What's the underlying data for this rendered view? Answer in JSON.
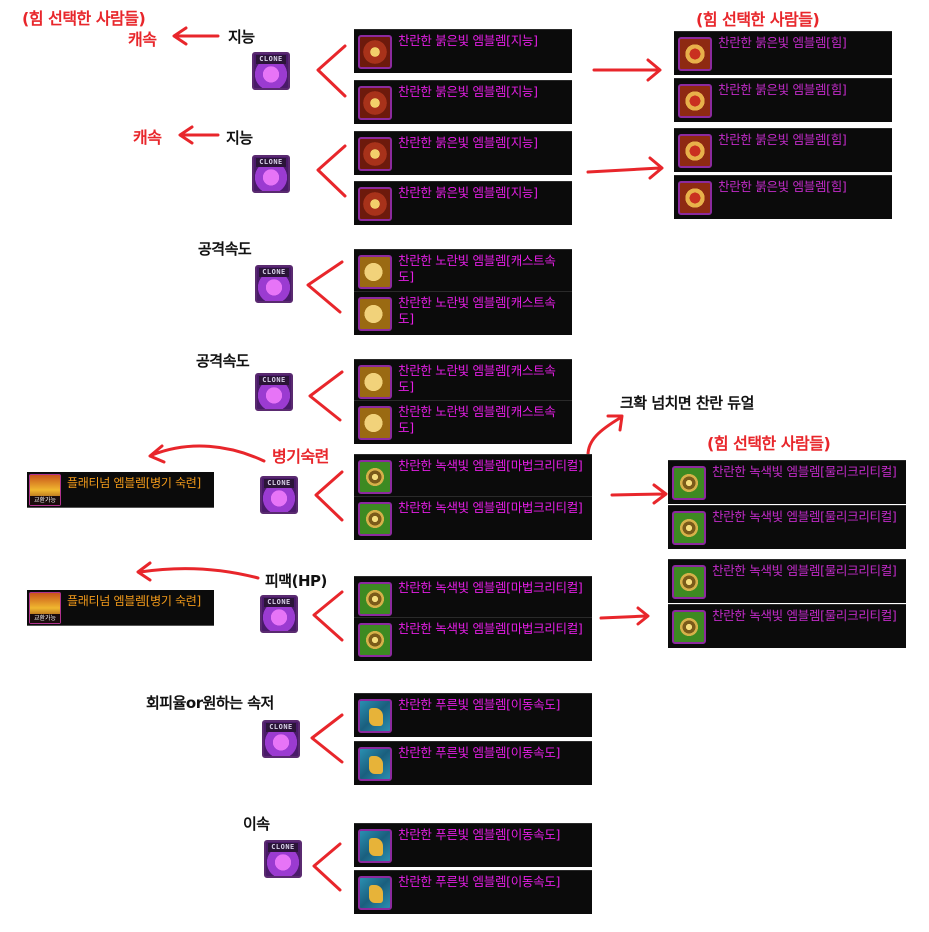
{
  "annotations": {
    "strength_select_top_left": "(힘 선택한 사람들)",
    "strength_select_top_right": "(힘 선택한 사람들)",
    "strength_select_mid_right": "(힘 선택한 사람들)",
    "cast_speed_1": "캐속",
    "cast_speed_2": "캐속",
    "crit_note": "크확 넘치면 찬란 듀얼",
    "weapon_mastery": "병기숙련"
  },
  "rows": [
    {
      "label": "지능",
      "clone_icon": "clone-head-icon",
      "items": [
        "찬란한 붉은빛 엠블렘[지능]",
        "찬란한 붉은빛 엠블렘[지능]"
      ],
      "alt_items": [
        "찬란한 붉은빛 엠블렘[힘]",
        "찬란한 붉은빛 엠블렘[힘]"
      ]
    },
    {
      "label": "지능",
      "clone_icon": "clone-top-icon",
      "items": [
        "찬란한 붉은빛 엠블렘[지능]",
        "찬란한 붉은빛 엠블렘[지능]"
      ],
      "alt_items": [
        "찬란한 붉은빛 엠블렘[힘]",
        "찬란한 붉은빛 엠블렘[힘]"
      ]
    },
    {
      "label": "공격속도",
      "clone_icon": "clone-cape-icon",
      "items": [
        "찬란한 노란빛 엠블렘[캐스트속도]",
        "찬란한 노란빛 엠블렘[캐스트속도]"
      ]
    },
    {
      "label": "공격속도",
      "clone_icon": "clone-belt-icon",
      "items": [
        "찬란한 노란빛 엠블렘[캐스트속도]",
        "찬란한 노란빛 엠블렘[캐스트속도]"
      ]
    },
    {
      "label": "",
      "clone_icon": "clone-shirt-icon",
      "items": [
        "찬란한 녹색빛 엠블렘[마법크리티컬]",
        "찬란한 녹색빛 엠블렘[마법크리티컬]"
      ],
      "alt_items": [
        "찬란한 녹색빛 엠블렘[물리크리티컬]",
        "찬란한 녹색빛 엠블렘[물리크리티컬]"
      ],
      "platinum": "플래티넘 엠블렘[병기 숙련]"
    },
    {
      "label": "피맥(HP)",
      "clone_icon": "clone-pants-icon",
      "items": [
        "찬란한 녹색빛 엠블렘[마법크리티컬]",
        "찬란한 녹색빛 엠블렘[마법크리티컬]"
      ],
      "alt_items": [
        "찬란한 녹색빛 엠블렘[물리크리티컬]",
        "찬란한 녹색빛 엠블렘[물리크리티컬]"
      ],
      "platinum": "플래티넘 엠블렘[병기 숙련]"
    },
    {
      "label": "회피율or원하는 속저",
      "clone_icon": "clone-belt2-icon",
      "items": [
        "찬란한 푸른빛 엠블렘[이동속도]",
        "찬란한 푸른빛 엠블렘[이동속도]"
      ]
    },
    {
      "label": "이속",
      "clone_icon": "clone-shoes-icon",
      "items": [
        "찬란한 푸른빛 엠블렘[이동속도]",
        "찬란한 푸른빛 엠블렘[이동속도]"
      ]
    }
  ],
  "clone_tag": "CLONE",
  "trade_tag": "교환가능",
  "colors": {
    "annotation_red": "#e8262b",
    "item_name_magenta": "#e41ee4",
    "platinum_orange": "#f29a1a"
  }
}
